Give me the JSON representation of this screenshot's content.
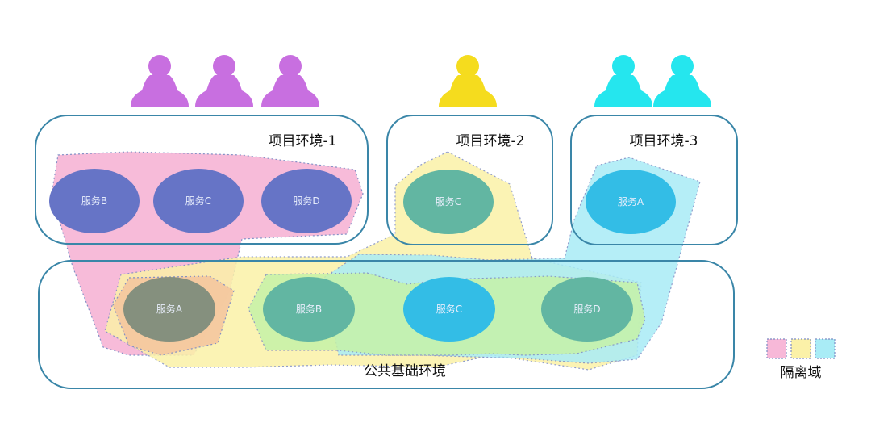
{
  "colors": {
    "pink": "#f7b8d8",
    "yellow": "#fbf1a8",
    "cyan": "#a9ecf6",
    "green": "#c6f2a8",
    "orange": "#f5c9a0",
    "service_blue": "#6674c6",
    "service_green": "#62b6a2",
    "service_cyan": "#33bde6",
    "service_gray": "#85907e",
    "user_purple": "#c86fe0",
    "user_yellow": "#f5dc1e",
    "user_cyan": "#25e6ee",
    "box_stroke": "#3a86a8"
  },
  "env1": {
    "title": "项目环境-1",
    "services": [
      "服务B",
      "服务C",
      "服务D"
    ]
  },
  "env2": {
    "title": "项目环境-2",
    "services": [
      "服务C"
    ]
  },
  "env3": {
    "title": "项目环境-3",
    "services": [
      "服务A"
    ]
  },
  "public": {
    "title": "公共基础环境",
    "services": [
      "服务A",
      "服务B",
      "服务C",
      "服务D"
    ]
  },
  "legend": {
    "label": "隔离域",
    "swatches": [
      "pink",
      "yellow",
      "cyan"
    ]
  },
  "users": {
    "purple_count": 3,
    "yellow_count": 1,
    "cyan_count": 2
  }
}
